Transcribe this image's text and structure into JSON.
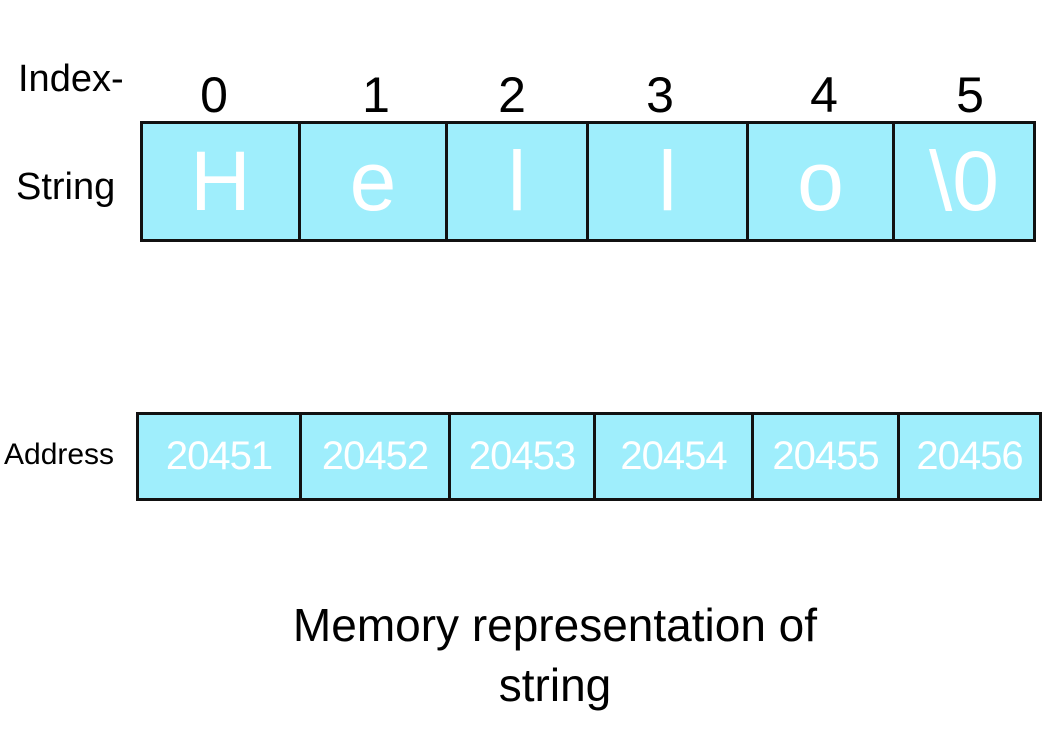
{
  "labels": {
    "index": "Index-",
    "string": "String",
    "address": "Address"
  },
  "colors": {
    "cell_fill": "#9feefc",
    "text_in_cells": "#ffffff",
    "border": "#111111"
  },
  "cells": [
    {
      "index": "0",
      "char": "H",
      "address": "20451"
    },
    {
      "index": "1",
      "char": "e",
      "address": "20452"
    },
    {
      "index": "2",
      "char": "l",
      "address": "20453"
    },
    {
      "index": "3",
      "char": "l",
      "address": "20454"
    },
    {
      "index": "4",
      "char": "o",
      "address": "20455"
    },
    {
      "index": "5",
      "char": "\\0",
      "address": "20456"
    }
  ],
  "caption": {
    "line1": "Memory representation of",
    "line2": "string"
  }
}
